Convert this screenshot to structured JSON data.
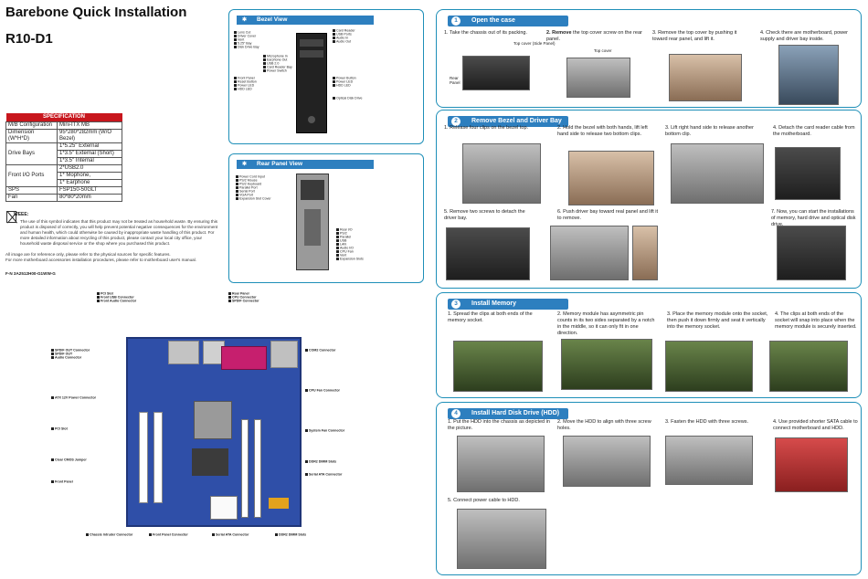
{
  "doc": {
    "title": "Barebone Quick Installation",
    "model": "R10-D1"
  },
  "spec": {
    "header": "SPECIFICATION",
    "rows": [
      {
        "k": "M/B Configuration",
        "v": "Mini-ITX MB"
      },
      {
        "k": "Dimension (W*H*D)",
        "v": "95*280*282mm (W/O Bezel)"
      },
      {
        "k": "Drive Bays",
        "v": "1*5.25\" External"
      },
      {
        "k": "",
        "v": "1*3.5\" External (Short)"
      },
      {
        "k": "",
        "v": "1*3.5\" Internal"
      },
      {
        "k": "Front I/O Ports",
        "v": "2*USB2.0"
      },
      {
        "k": "",
        "v": "1* Mophone,"
      },
      {
        "k": "",
        "v": "1* Earphone"
      },
      {
        "k": "SPS",
        "v": "FSP150-50GLT"
      },
      {
        "k": "Fan",
        "v": "80*80*20mm"
      }
    ]
  },
  "weee": {
    "label": "WEEE:",
    "text": "The use of this symbol indicates that this product may not be treated as household waste. By ensuring this product is disposed of correctly, you will help prevent potential negative consequences for the environment and human health, which could otherwise be caused by inappropriate waste handling of this product. For more detailed information about recycling of this product, please contact your local city office, your household waste disposal service or the shop where you purchased this product."
  },
  "note": {
    "line1": "All image are for reference only, please refer to the physical sources for specific features.",
    "line2": "For more motherboard accessories installation procedures, please refer to motherboard user's manual."
  },
  "partno": "F-N 3A2512H00-G1WW-G",
  "panels": {
    "bezel": "Bezel View",
    "rear": "Rear Panel View"
  },
  "bezel_labels_left": [
    "Lens Cut",
    "Driver Cover",
    "Vent",
    "5.25\" Bay",
    "Disk Drive Bay",
    "Front Panel",
    "Reset Button",
    "Power LED",
    "HDD LED"
  ],
  "bezel_labels_mid": [
    "Microphone In",
    "Earphone Out",
    "USB 2.0",
    "Card Reader Bay",
    "Power Switch"
  ],
  "bezel_labels_right": [
    "Card Reader",
    "USB Ports",
    "Audio In",
    "Audio Out",
    "Power Button",
    "Power LED",
    "HDD LED",
    "Optical Disk Drive"
  ],
  "rear_labels_left": [
    "Power Cord Input",
    "PS/2 Mouse",
    "PS/2 Keyboard",
    "Parallel Port",
    "Serial Port",
    "VGA Port",
    "Expansion Slot Cover"
  ],
  "rear_labels_right": [
    "Rear I/O",
    "PS/2",
    "Parallel",
    "USB",
    "LAN",
    "Audio I/O",
    "CPU Fan",
    "Vent",
    "Expansion Slots"
  ],
  "board_labels": {
    "top": [
      "PCI Slot",
      "Front USB Connector",
      "Front Audio Connector",
      "Rear Panel",
      "CPU Connector",
      "SPDIF Connector"
    ],
    "left": [
      "SPDIF OUT Connector",
      "SPDIF OUT",
      "Audio Connector",
      "ATX 12V Power Connector",
      "PCI Slot",
      "Clear CMOS Jumper",
      "Front Panel"
    ],
    "right": [
      "COM2 Connector",
      "CPU Fan Connector",
      "System Fan Connector",
      "DDR2 DIMM Slots",
      "Serial ATA Connector"
    ],
    "bottom": [
      "Chassis Intruder Connector",
      "Front Panel Connector",
      "Serial ATA Connector",
      "DDR2 DIMM Slots"
    ]
  },
  "sections": [
    {
      "num": "1",
      "title": "Open the case",
      "steps": [
        {
          "text": "1. Take the chassis out of its packing.",
          "bold": ""
        },
        {
          "text": "the top cover screw on the rear panel.",
          "bold": "2. Remove"
        },
        {
          "text": "3. Remove the top cover by pushing it toward rear panel, and lift it.",
          "bold": ""
        },
        {
          "text": "4. Check there are motherboard, power supply and driver bay inside.",
          "bold": ""
        }
      ],
      "annos": [
        "Top cover (Side Panel)",
        "Top cover",
        "Rear Panel"
      ]
    },
    {
      "num": "2",
      "title": "Remove Bezel and Driver Bay",
      "steps": [
        {
          "text": "1. Release four clips on the bezel top.",
          "bold": ""
        },
        {
          "text": "2. Hold the bezel with both hands, lift left hand side to release two bottom clips.",
          "bold": ""
        },
        {
          "text": "3. Lift right hand side to release another bottom clip.",
          "bold": ""
        },
        {
          "text": "4. Detach the card reader cable from the motherboard.",
          "bold": ""
        },
        {
          "text": "5. Remove two screws to detach the driver bay.",
          "bold": ""
        },
        {
          "text": "6. Push driver bay toward real panel and lift it to remove.",
          "bold": ""
        },
        {
          "text": "7. Now, you can start the installations of memory, hard drive and optical disk drive.",
          "bold": ""
        }
      ]
    },
    {
      "num": "3",
      "title": "Install Memory",
      "steps": [
        {
          "text": "1. Spread the clips at both ends of the memory socket.",
          "bold": ""
        },
        {
          "text": "2. Memory module has asymmetric pin counts in its two sides separated by a notch in the middle, so it can only fit in one direction.",
          "bold": ""
        },
        {
          "text": "3. Place the memory module onto the socket, then push it down firmly and seat it vertically into the memory socket.",
          "bold": ""
        },
        {
          "text": "4. The clips at both ends of the socket will snap into place when the memory module is securely inserted.",
          "bold": ""
        }
      ]
    },
    {
      "num": "4",
      "title": "Install Hard Disk Drive (HDD)",
      "steps": [
        {
          "text": "1. Put the HDD into the chassis as depicted in the picture.",
          "bold": ""
        },
        {
          "text": "2. Move the HDD to align with three screw holes.",
          "bold": ""
        },
        {
          "text": "3. Fasten the HDD with three screws.",
          "bold": ""
        },
        {
          "text": "4. Use provided shorter SATA cable to connect motherboard and HDD.",
          "bold": ""
        },
        {
          "text": "5. Connect power cable to HDD.",
          "bold": ""
        }
      ]
    }
  ],
  "colors": {
    "accent": "#2d7fbf",
    "border": "#1e8fb8",
    "spec_header": "#c8161d"
  }
}
